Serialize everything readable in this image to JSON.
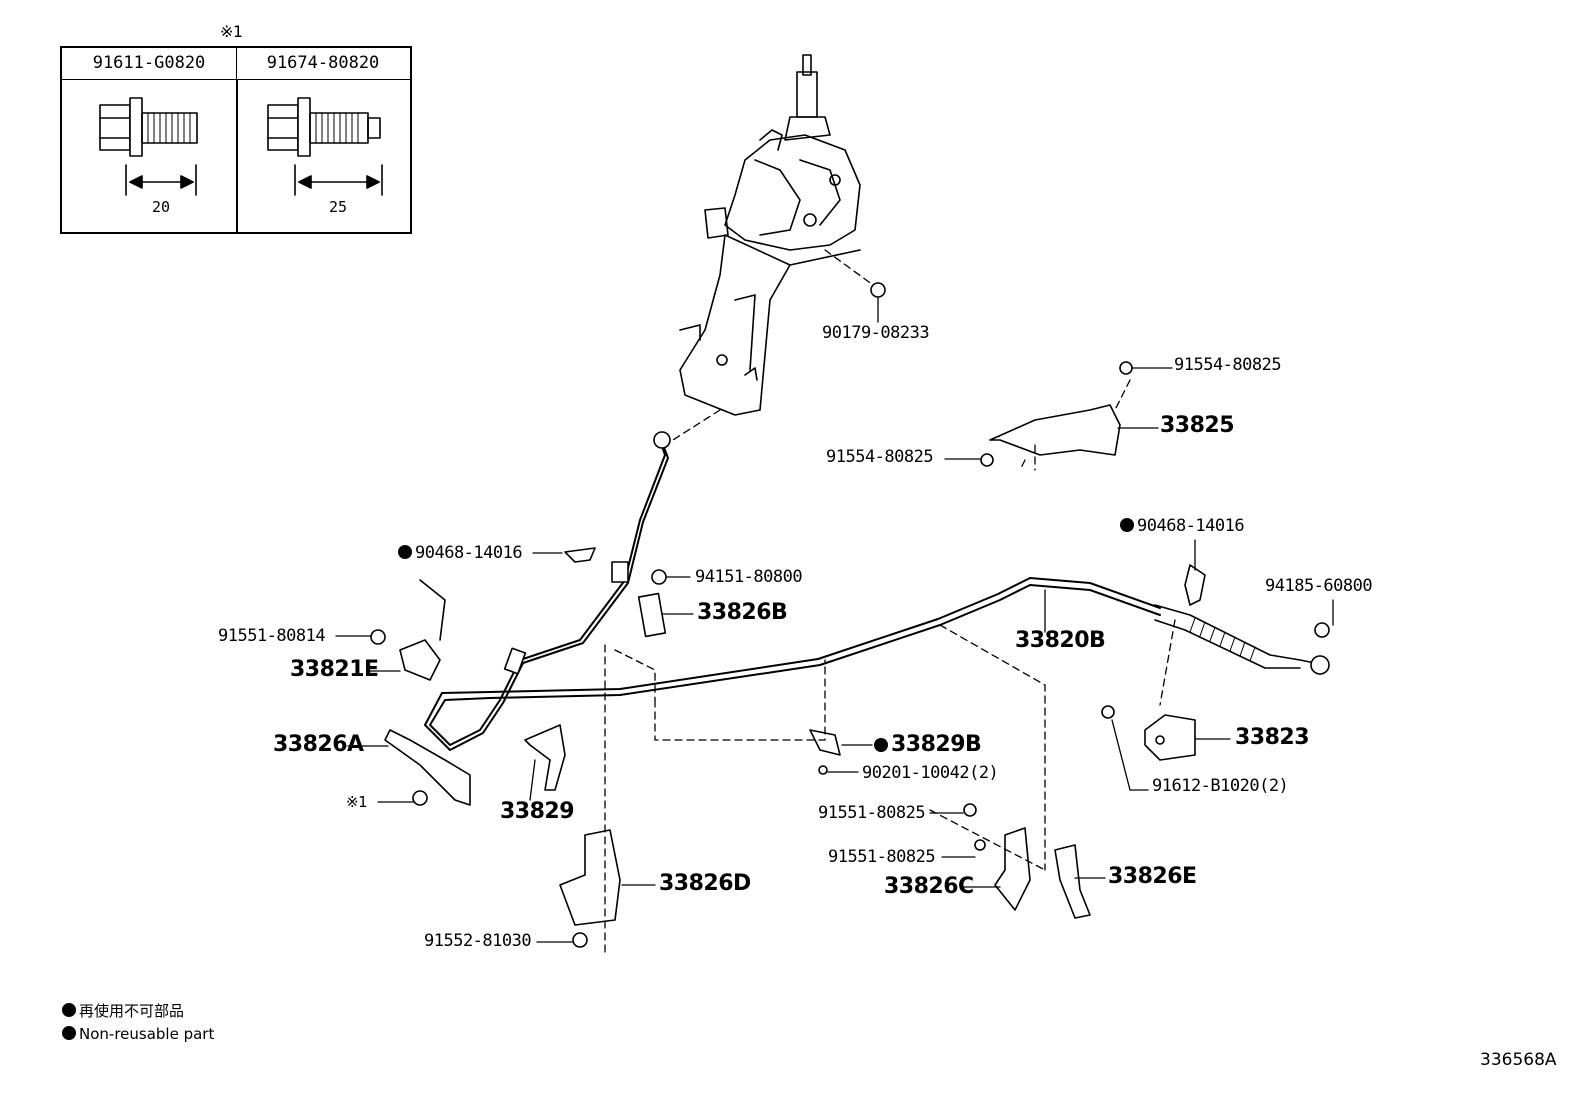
{
  "note_mark": "※1",
  "table": {
    "columns": [
      {
        "part": "91611-G0820",
        "length": "20"
      },
      {
        "part": "91674-80820",
        "length": "25"
      }
    ]
  },
  "labels": {
    "p90179_08233": "90179-08233",
    "p91554_80825_top": "91554-80825",
    "p33825": "33825",
    "p91554_80825_left": "91554-80825",
    "p90468_14016_right": "90468-14016",
    "p90468_14016_left": "90468-14016",
    "p94151_80800": "94151-80800",
    "p94185_60800": "94185-60800",
    "p33826B": "33826B",
    "p91551_80814": "91551-80814",
    "p33820B": "33820B",
    "p33821E": "33821E",
    "p33823": "33823",
    "p33826A": "33826A",
    "p33829B": "33829B",
    "p90201_10042": "90201-10042(2)",
    "p91612_B1020": "91612-B1020(2)",
    "p33829": "33829",
    "p91551_80825_a": "91551-80825",
    "p91551_80825_b": "91551-80825",
    "p33826D": "33826D",
    "p33826C": "33826C",
    "p33826E": "33826E",
    "p91552_81030": "91552-81030"
  },
  "legend": {
    "line1": "再使用不可部品",
    "line2": "Non-reusable part"
  },
  "figure_id": "336568A"
}
